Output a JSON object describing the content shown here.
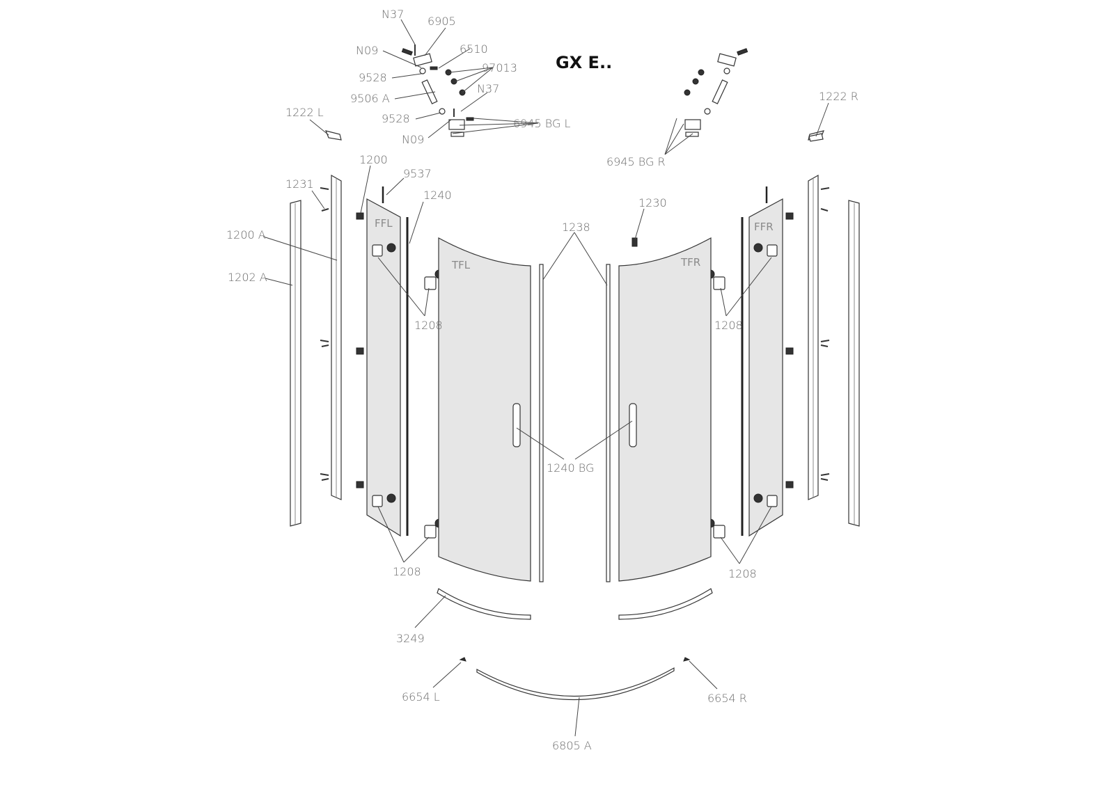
{
  "title": "GX E..",
  "labels": {
    "n37_top": "N37",
    "p6905": "6905",
    "n09_top": "N09",
    "p6510": "6510",
    "p97013": "97013",
    "p9528_top": "9528",
    "p9506a": "9506 A",
    "n37_mid": "N37",
    "p9528_bot": "9528",
    "p6945bgl": "6945 BG L",
    "n09_bot": "N09",
    "p1222l": "1222 L",
    "p1222r": "1222 R",
    "p6945bgr": "6945 BG R",
    "p1200": "1200",
    "p9537": "9537",
    "p1231": "1231",
    "p1240": "1240",
    "p1230": "1230",
    "p1238": "1238",
    "p1200a": "1200 A",
    "p1202a": "1202 A",
    "p1208_ul": "1208",
    "p1208_ur": "1208",
    "p1240bg": "1240 BG",
    "p1208_ll": "1208",
    "p1208_lr": "1208",
    "p3249": "3249",
    "p6654l": "6654 L",
    "p6654r": "6654 R",
    "p6805a": "6805 A"
  },
  "panels": {
    "ffl": "FFL",
    "tfl": "TFL",
    "tfr": "TFR",
    "ffr": "FFR"
  }
}
